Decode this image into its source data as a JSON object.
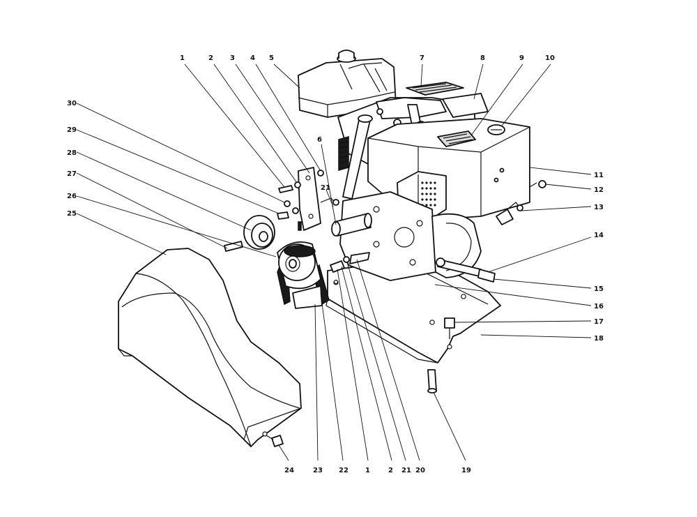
{
  "callouts": [
    {
      "id": "c1a",
      "label": "1"
    },
    {
      "id": "c2a",
      "label": "2"
    },
    {
      "id": "c3",
      "label": "3"
    },
    {
      "id": "c4",
      "label": "4"
    },
    {
      "id": "c5",
      "label": "5"
    },
    {
      "id": "c6",
      "label": "6"
    },
    {
      "id": "c7",
      "label": "7"
    },
    {
      "id": "c8",
      "label": "8"
    },
    {
      "id": "c9",
      "label": "9"
    },
    {
      "id": "c10",
      "label": "10"
    },
    {
      "id": "c11",
      "label": "11"
    },
    {
      "id": "c12",
      "label": "12"
    },
    {
      "id": "c13",
      "label": "13"
    },
    {
      "id": "c14",
      "label": "14"
    },
    {
      "id": "c15",
      "label": "15"
    },
    {
      "id": "c16",
      "label": "16"
    },
    {
      "id": "c17",
      "label": "17"
    },
    {
      "id": "c18",
      "label": "18"
    },
    {
      "id": "c19",
      "label": "19"
    },
    {
      "id": "c20",
      "label": "20"
    },
    {
      "id": "c21a",
      "label": "21"
    },
    {
      "id": "c21b",
      "label": "21"
    },
    {
      "id": "c22",
      "label": "22"
    },
    {
      "id": "c23",
      "label": "23"
    },
    {
      "id": "c24",
      "label": "24"
    },
    {
      "id": "c25",
      "label": "25"
    },
    {
      "id": "c26",
      "label": "26"
    },
    {
      "id": "c27",
      "label": "27"
    },
    {
      "id": "c28",
      "label": "28"
    },
    {
      "id": "c29",
      "label": "29"
    },
    {
      "id": "c30",
      "label": "30"
    },
    {
      "id": "c1b",
      "label": "1"
    },
    {
      "id": "c2b",
      "label": "2"
    }
  ]
}
